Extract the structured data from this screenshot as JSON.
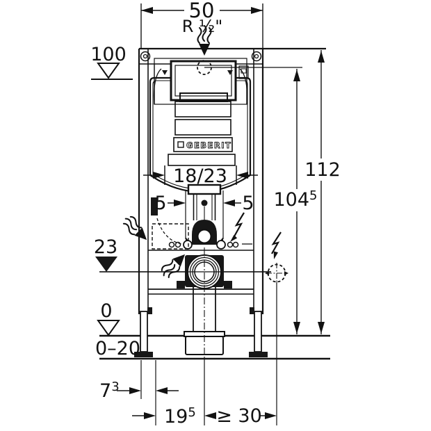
{
  "labels": {
    "width": "50",
    "thread": "R ½\"",
    "level100": "100",
    "height112": "112",
    "height104": {
      "base": "104",
      "sup": "5"
    },
    "plate": "18/23",
    "offset_left": "5",
    "offset_right": "5",
    "level23": "23",
    "level0": "0",
    "floor_range": "0–20",
    "foot_depth": {
      "base": "7",
      "sup": "3"
    },
    "outlet_dist": {
      "base": "19",
      "sup": "5"
    },
    "socket_dist": "≥ 30",
    "brand": "GEBERIT"
  }
}
